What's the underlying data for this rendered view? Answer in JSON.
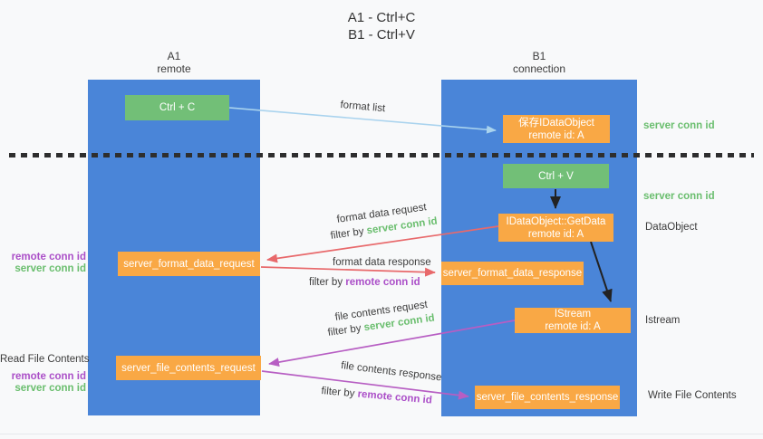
{
  "title": {
    "line1": "A1 - Ctrl+C",
    "line2": "B1 - Ctrl+V"
  },
  "lanes": {
    "left": {
      "title": "A1",
      "subtitle": "remote"
    },
    "right": {
      "title": "B1",
      "subtitle": "connection"
    }
  },
  "nodes": {
    "ctrl_c": {
      "label": "Ctrl + C"
    },
    "ctrl_v": {
      "label": "Ctrl + V"
    },
    "save_dataobject": {
      "line1": "保存IDataObject",
      "line2": "remote id: A"
    },
    "getdata": {
      "line1": "IDataObject::GetData",
      "line2": "remote id: A"
    },
    "istream": {
      "line1": "IStream",
      "line2": "remote id: A"
    },
    "format_request": {
      "label": "server_format_data_request"
    },
    "format_response": {
      "label": "server_format_data_response"
    },
    "file_request": {
      "label": "server_file_contents_request"
    },
    "file_response": {
      "label": "server_file_contents_response"
    }
  },
  "edge_labels": {
    "format_list": "format list",
    "format_request": "format data request",
    "format_request_filter_prefix": "filter by",
    "format_request_filter_key": "server conn id",
    "format_response": "format data response",
    "format_response_filter_prefix": "filter by",
    "format_response_filter_key": "remote conn id",
    "file_request": "file contents request",
    "file_request_filter_prefix": "filter by",
    "file_request_filter_key": "server conn id",
    "file_response": "file contents response",
    "file_response_filter_prefix": "filter by",
    "file_response_filter_key": "remote conn id"
  },
  "side_labels": {
    "right_server_conn_top": "server conn id",
    "right_server_conn_mid": "server conn id",
    "right_dataobject": "DataObject",
    "right_istream": "Istream",
    "right_write_file": "Write File Contents",
    "left_remote_conn_top": "remote conn id",
    "left_server_conn_top": "server conn id",
    "left_read_file": "Read File Contents",
    "left_remote_conn_bottom": "remote conn id",
    "left_server_conn_bottom": "server conn id"
  },
  "colors": {
    "lane_blue": "#4a85d8",
    "node_green": "#72bf77",
    "node_orange": "#f9a845",
    "arrow_red": "#e8696b",
    "arrow_purple": "#b75ec3",
    "arrow_light_blue": "#a9d3ee",
    "arrow_black": "#222222",
    "text_green": "#6abe6e",
    "text_purple": "#ab4fc8"
  }
}
